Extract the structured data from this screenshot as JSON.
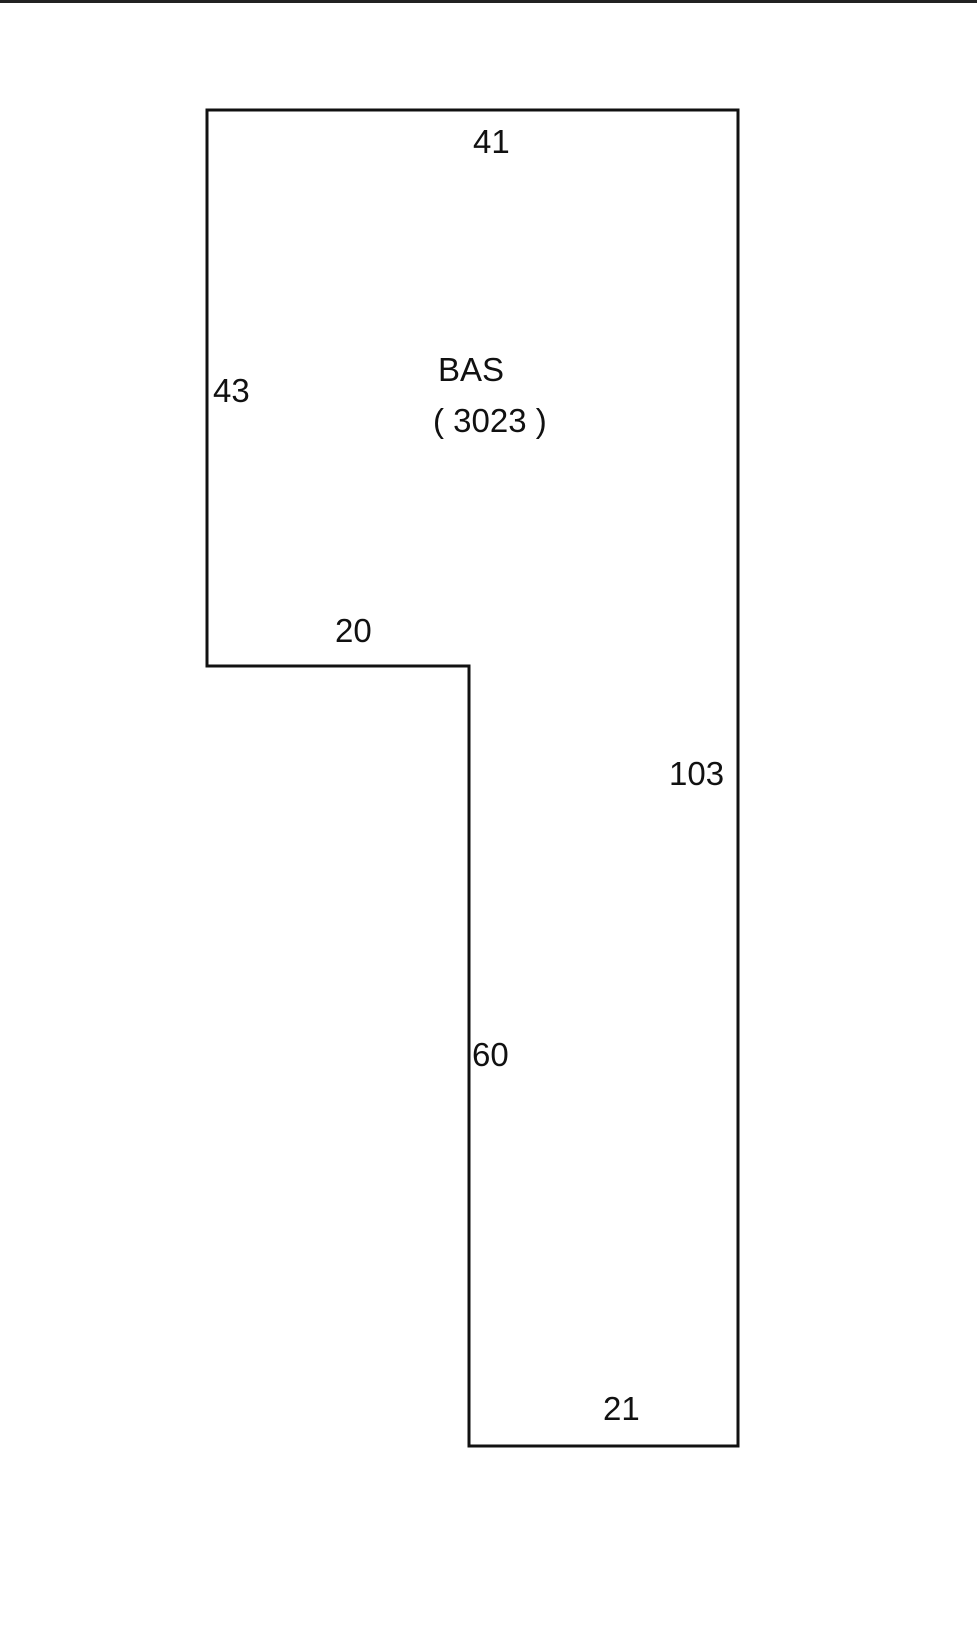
{
  "sketch": {
    "area_code": "BAS",
    "area_value": "( 3023 )",
    "dimensions": {
      "top": "41",
      "left": "43",
      "inner_ledge": "20",
      "right": "103",
      "inner_vertical": "60",
      "bottom": "21"
    }
  },
  "colors": {
    "line": "#111111",
    "background": "#ffffff",
    "top_rule": "#222222"
  }
}
